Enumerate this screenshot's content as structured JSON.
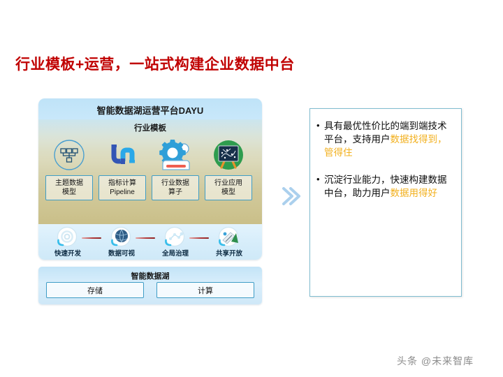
{
  "slide": {
    "title": "行业模板+运营，一站式构建企业数据中台",
    "title_color": "#C00000"
  },
  "diagram": {
    "platform_title": "智能数据湖运营平台DAYU",
    "band_title": "行业模板",
    "templates": [
      {
        "icon": "network-topology-icon",
        "label_line1": "主题数据",
        "label_line2": "模型"
      },
      {
        "icon": "pipeline-icon",
        "label_line1": "指标计算",
        "label_line2": "Pipeline"
      },
      {
        "icon": "gear-server-icon",
        "label_line1": "行业数据",
        "label_line2": "算子"
      },
      {
        "icon": "blackboard-chart-icon",
        "label_line1": "行业应用",
        "label_line2": "模型"
      }
    ],
    "capabilities": [
      {
        "icon": "gear-circle-icon",
        "label": "快速开发"
      },
      {
        "icon": "globe-circle-icon",
        "label": "数据可视"
      },
      {
        "icon": "governance-circle-icon",
        "label": "全局治理"
      },
      {
        "icon": "share-circle-icon",
        "label": "共享开放"
      }
    ],
    "lake": {
      "title": "智能数据湖",
      "boxes": [
        "存储",
        "计算"
      ]
    },
    "arrow_icon": "double-chevron-right-icon",
    "accent_color": "#3f9dc6",
    "band_color": "#cec28a"
  },
  "right_panel": {
    "bullets": [
      {
        "text_plain": "具有最优性价比的端到端技术平台，支持用户",
        "text_highlight": "数据找得到，管得住"
      },
      {
        "text_plain": "沉淀行业能力，快速构建数据中台，助力用户",
        "text_highlight": "数据用得好"
      }
    ],
    "highlight_color": "#F2B01E"
  },
  "watermark": {
    "text": "头条 @未来智库"
  }
}
